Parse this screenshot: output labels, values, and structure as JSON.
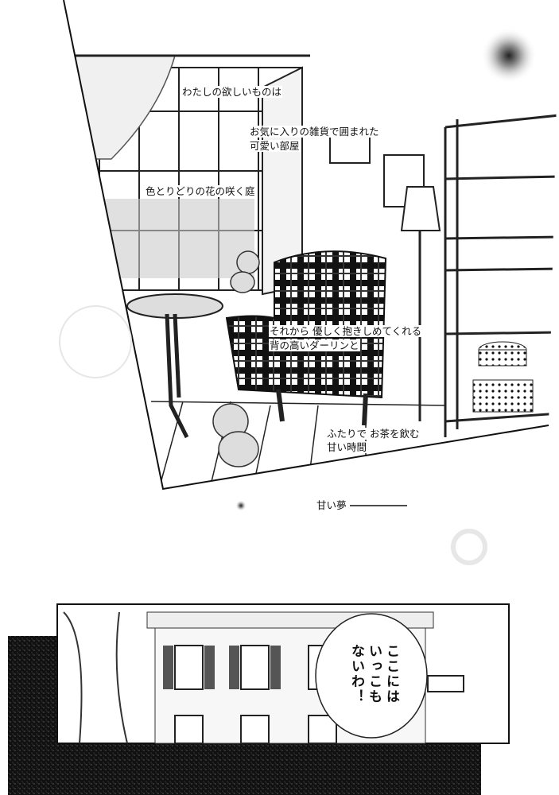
{
  "panel_top": {
    "captions": [
      "わたしの欲しいものは",
      "お気に入りの雑貨で囲まれた",
      "可愛い部屋",
      "色とりどりの花の咲く庭",
      "それから 優しく抱きしめてくれる",
      "背の高いダーリンと",
      "ふたりで お茶を飲む",
      "甘い時間"
    ]
  },
  "narration": "甘い夢",
  "panel_bottom": {
    "speech_bubble": [
      "ここには",
      "いっこも",
      "ないわ！"
    ]
  }
}
